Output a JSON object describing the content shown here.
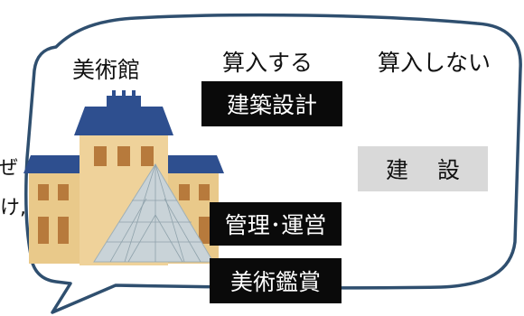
{
  "building_label": "美術館",
  "columns": {
    "count": "算入する",
    "not_count": "算入しない"
  },
  "items": {
    "design": "建築設計",
    "construction": "建 設",
    "management": "管理･運営",
    "appreciation": "美術鑑賞"
  },
  "edge_fragments": [
    "ぜ",
    "け,"
  ],
  "colors": {
    "outline": "#2f4f6f",
    "dark_box": "#0a0a0a",
    "light_box": "#d9d9d9",
    "roof": "#2e4f8f",
    "wall": "#e9c98a",
    "window": "#b77a3c",
    "pyramid": "#c9d3d8"
  },
  "icons": [
    "museum-building-icon",
    "glass-pyramid-icon"
  ]
}
